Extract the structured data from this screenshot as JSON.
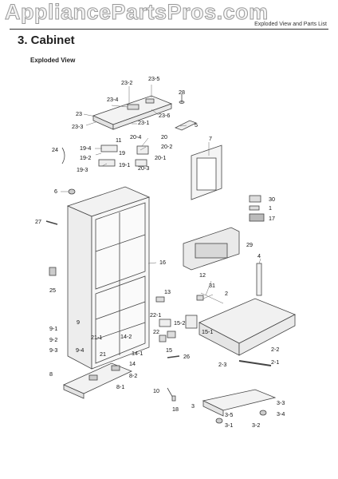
{
  "watermark": "AppliancePartsPros.com",
  "header_right": "Exploded View and Parts List",
  "section_title": "3.  Cabinet",
  "subtitle": "Exploded View",
  "callouts": [
    "23-5",
    "23-2",
    "28",
    "23-4",
    "23",
    "23-6",
    "23-1",
    "23-3",
    "5",
    "20",
    "20-4",
    "20-2",
    "20-1",
    "20-3",
    "11",
    "24",
    "19-4",
    "19",
    "19-2",
    "19-1",
    "19-3",
    "7",
    "6",
    "30",
    "1",
    "17",
    "27",
    "29",
    "16",
    "4",
    "12",
    "31",
    "13",
    "25",
    "2",
    "22-1",
    "15-2",
    "15-1",
    "9-1",
    "9",
    "22",
    "9-2",
    "21-1",
    "14-2",
    "2-2",
    "9-3",
    "9-4",
    "21",
    "14-1",
    "15",
    "26",
    "14",
    "2-3",
    "2-1",
    "8",
    "8-2",
    "8-1",
    "10",
    "18",
    "3",
    "3-3",
    "3-5",
    "3-4",
    "3-1",
    "3-2"
  ]
}
